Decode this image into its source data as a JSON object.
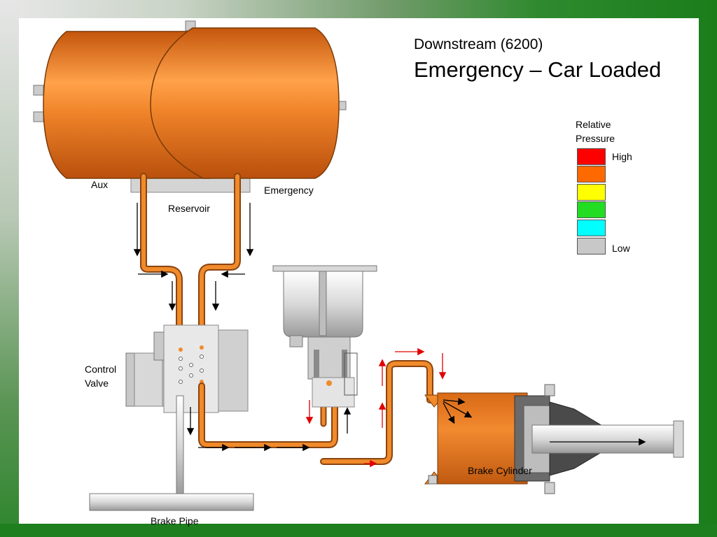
{
  "title": {
    "line1": "Downstream (6200)",
    "line2": "Emergency – Car Loaded"
  },
  "labels": {
    "aux": "Aux",
    "emergency": "Emergency",
    "reservoir": "Reservoir",
    "control_valve_1": "Control",
    "control_valve_2": "Valve",
    "brake_cylinder": "Brake Cylinder",
    "brake_pipe": "Brake Pipe"
  },
  "legend": {
    "title_1": "Relative",
    "title_2": "Pressure",
    "high": "High",
    "low": "Low",
    "colors": [
      "#ff0000",
      "#ff6a00",
      "#ffff00",
      "#22dd22",
      "#00ffff",
      "#c8c8c8"
    ]
  },
  "colors": {
    "pressure_orange": "#e57a1e",
    "arrow_red": "#e00000",
    "frame_green": "#1d7f1d"
  }
}
